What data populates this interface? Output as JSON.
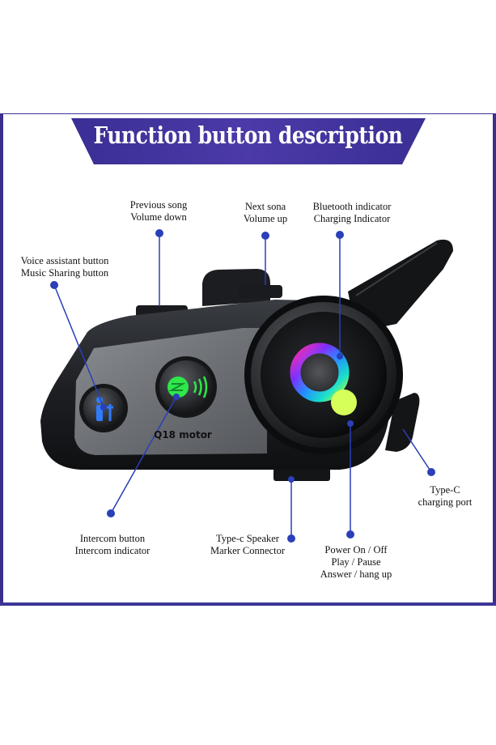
{
  "title": "Function button description",
  "labels": {
    "previous_song": [
      "Previous song",
      "Volume down"
    ],
    "next_song": [
      "Next sona",
      "Volume up"
    ],
    "bluetooth": [
      "Bluetooth indicator",
      "Charging Indicator"
    ],
    "voice_assistant": [
      "Voice assistant button",
      "Music Sharing button"
    ],
    "type_c_port": [
      "Type-C",
      "charging port"
    ],
    "intercom": [
      "Intercom button",
      "Intercom indicator"
    ],
    "speaker_connector": [
      "Type-c Speaker",
      "Marker Connector"
    ],
    "power": [
      "Power On / Off",
      "Play / Pause",
      "Answer / hang up"
    ]
  },
  "device": {
    "model_text": "Q18 motor"
  },
  "colors": {
    "accent": "#3b3597",
    "leader": "#2a3fb8",
    "dot": "#2a3fb8"
  }
}
